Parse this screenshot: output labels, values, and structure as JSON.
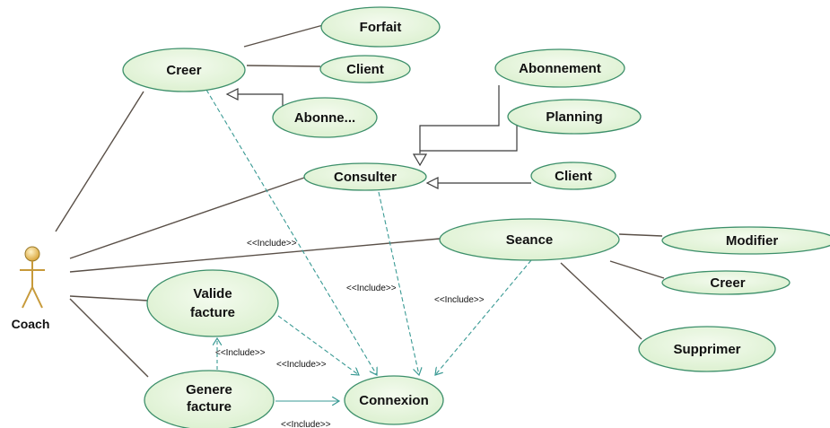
{
  "actor": {
    "name": "Coach"
  },
  "use_cases": {
    "creer_top": "Creer",
    "forfait": "Forfait",
    "client_top": "Client",
    "abonne_short": "Abonne...",
    "abonnement": "Abonnement",
    "planning": "Planning",
    "consulter": "Consulter",
    "client_right": "Client",
    "seance": "Seance",
    "modifier": "Modifier",
    "creer_right": "Creer",
    "supprimer": "Supprimer",
    "valide_facture_l1": "Valide",
    "valide_facture_l2": "facture",
    "genere_facture_l1": "Genere",
    "genere_facture_l2": "facture",
    "connexion": "Connexion"
  },
  "relations": {
    "include_1": "<<Include>>",
    "include_2": "<<Include>>",
    "include_3": "<<Include>>",
    "include_4": "<<Include>>",
    "include_5": "<<Include>>",
    "include_6": "<<Include>>"
  },
  "colors": {
    "ellipse_fill": "#e4f5da",
    "ellipse_stroke": "#3c8f6a",
    "association": "#5a5048",
    "dependency": "#3a9a94",
    "actor_fill": "#e8b84a",
    "actor_stroke": "#9a7a2a"
  }
}
